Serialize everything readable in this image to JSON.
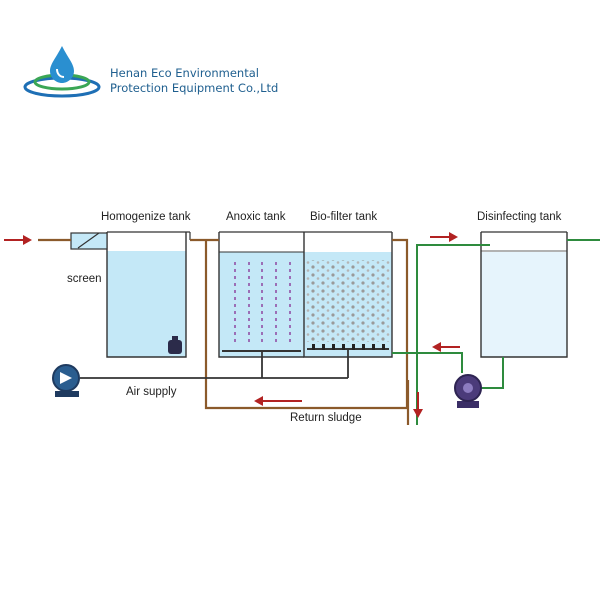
{
  "company": {
    "line1": "Henan Eco Environmental",
    "line2": "Protection Equipment Co.,Ltd"
  },
  "labels": {
    "homogenize_tank": "Homogenize tank",
    "anoxic_tank": "Anoxic tank",
    "biofilter_tank": "Bio-filter tank",
    "disinfecting_tank": "Disinfecting tank",
    "screen": "screen",
    "air_supply": "Air supply",
    "return_sludge": "Return sludge"
  },
  "colors": {
    "water_blue": "#c4e8f7",
    "pipe_brown": "#8b5a2b",
    "pipe_green": "#2e8b3e",
    "arrow_red": "#b22222",
    "pump_purple": "#4b3b7a",
    "logo_blue": "#1e6fb5",
    "logo_green": "#3aa655"
  }
}
